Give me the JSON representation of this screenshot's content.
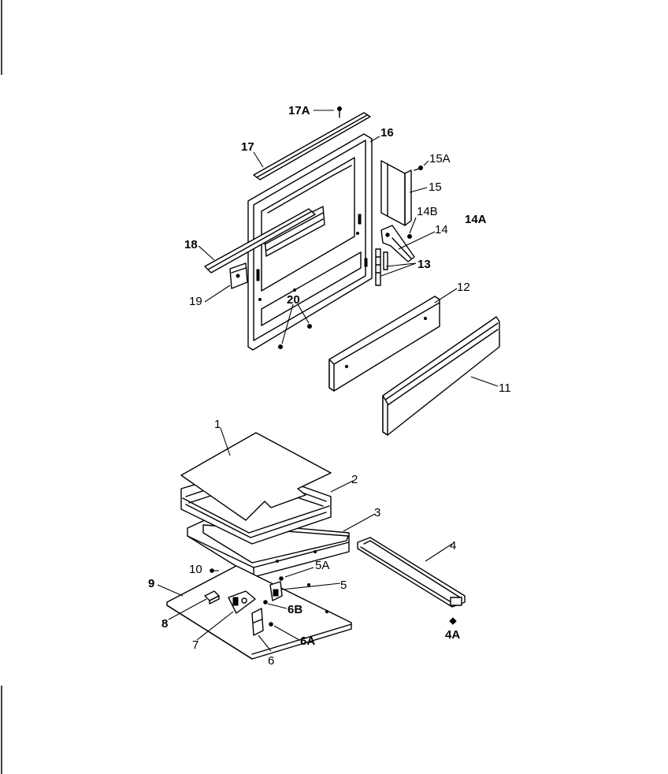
{
  "labels": {
    "l1": "1",
    "l2": "2",
    "l3": "3",
    "l4": "4",
    "l4a": "4A",
    "l5": "5",
    "l5a": "5A",
    "l6": "6",
    "l6a": "6A",
    "l6b": "6B",
    "l7": "7",
    "l8": "8",
    "l9": "9",
    "l10": "10",
    "l11": "11",
    "l12": "12",
    "l13": "13",
    "l14": "14",
    "l14a": "14A",
    "l14b": "14B",
    "l15": "15",
    "l15a": "15A",
    "l16": "16",
    "l17": "17",
    "l17a": "17A",
    "l18": "18",
    "l19": "19",
    "l20": "20"
  }
}
